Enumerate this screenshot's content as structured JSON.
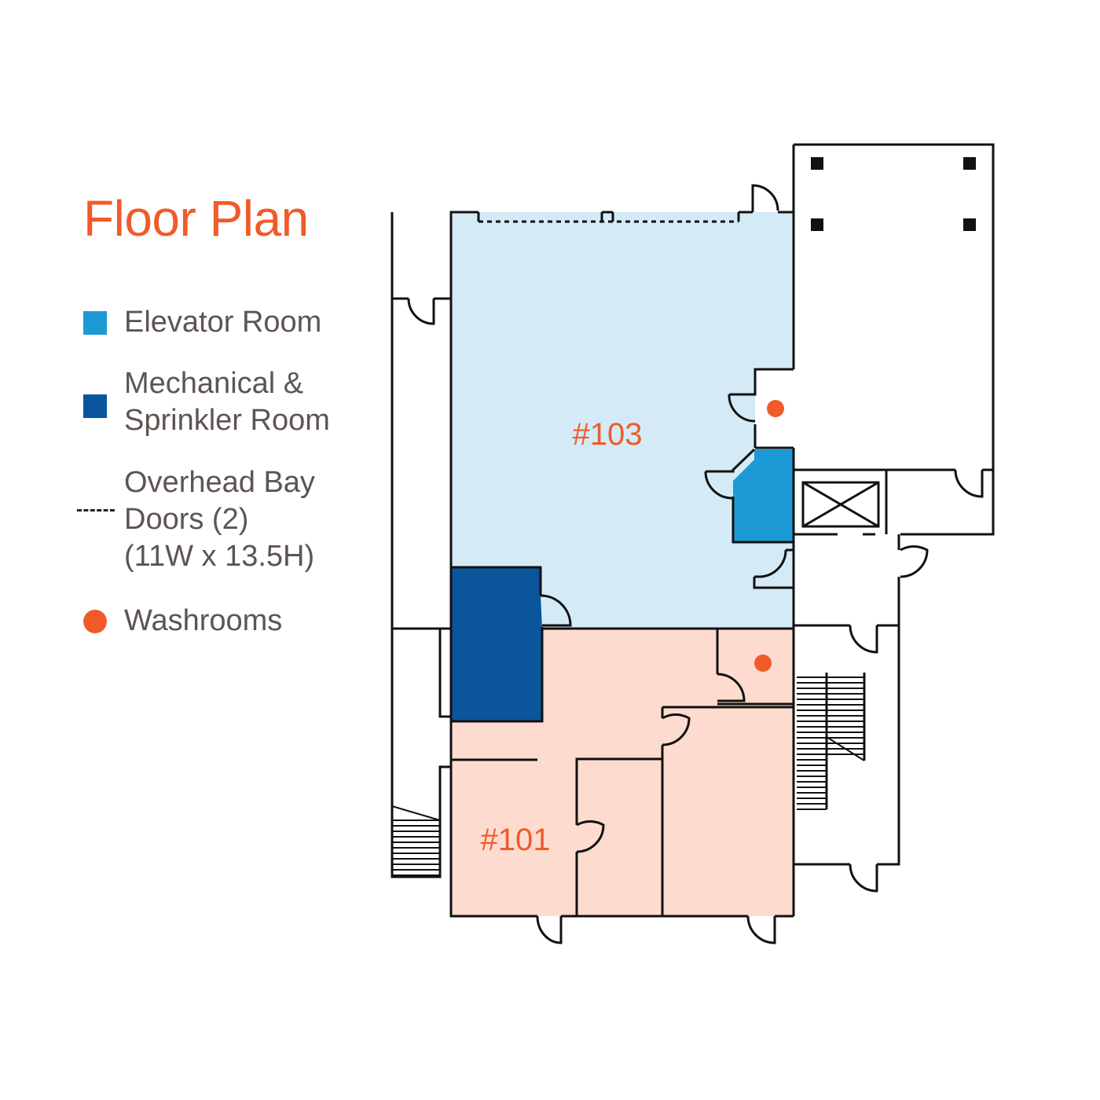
{
  "title": "Floor Plan",
  "legend": {
    "items": [
      {
        "id": "elevator",
        "kind": "swatch",
        "lines": [
          "Elevator Room"
        ],
        "color": "#1c9ad6"
      },
      {
        "id": "mechanical",
        "kind": "swatch",
        "lines": [
          "Mechanical &",
          "Sprinkler Room"
        ],
        "color": "#0a559c"
      },
      {
        "id": "bay-doors",
        "kind": "dash",
        "lines": [
          "Overhead Bay",
          "Doors (2)",
          "(11W x 13.5H)"
        ],
        "color": "#222222"
      },
      {
        "id": "washrooms",
        "kind": "dot",
        "lines": [
          "Washrooms"
        ],
        "color": "#f15a29"
      }
    ]
  },
  "units": [
    {
      "label": "#103",
      "fill": "#d4ebf7"
    },
    {
      "label": "#101",
      "fill": "#fddccf"
    }
  ],
  "colors": {
    "wall": "#111111",
    "label": "#f15a29",
    "washroom": "#f15a29",
    "elevator": "#1c9ad6",
    "mechanical": "#0a559c",
    "column": "#111111"
  }
}
